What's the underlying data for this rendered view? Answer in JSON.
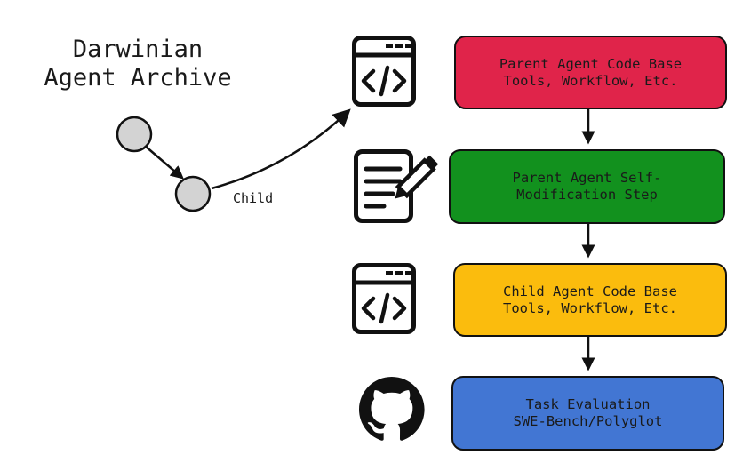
{
  "archive": {
    "title_line1": "Darwinian",
    "title_line2": "Agent Archive",
    "child_label": "Child"
  },
  "steps": [
    {
      "line1": "Parent Agent Code Base",
      "line2": "Tools, Workflow, Etc.",
      "color": "#E0244A",
      "icon": "code-window-icon"
    },
    {
      "line1": "Parent Agent Self-",
      "line2": "Modification Step",
      "color": "#12911E",
      "icon": "document-edit-icon"
    },
    {
      "line1": "Child Agent Code Base",
      "line2": "Tools, Workflow, Etc.",
      "color": "#FBBC0D",
      "icon": "code-window-icon"
    },
    {
      "line1": "Task Evaluation",
      "line2": "SWE-Bench/Polyglot",
      "color": "#4276D3",
      "icon": "github-icon"
    }
  ],
  "colors": {
    "node_fill": "#D3D3D3",
    "stroke": "#111111"
  }
}
